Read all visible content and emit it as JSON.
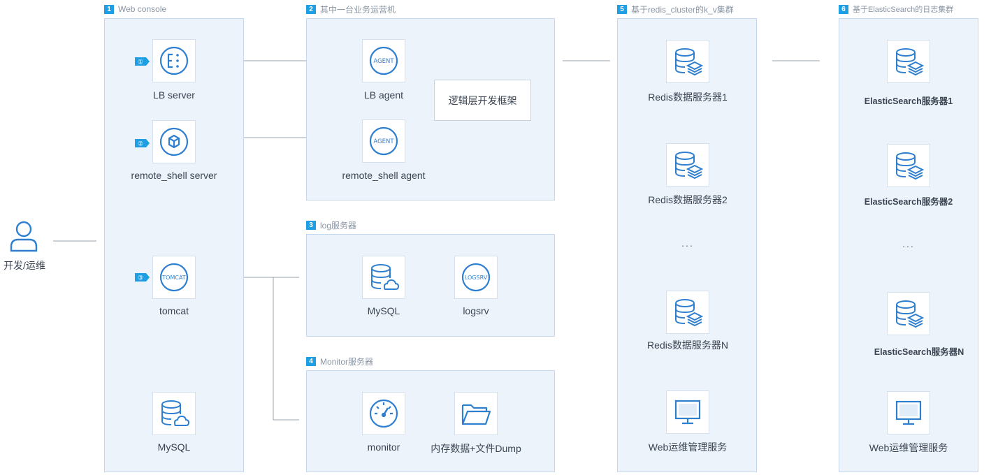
{
  "colors": {
    "accent": "#1e9fe3",
    "icon": "#2f7fd0",
    "panel_bg": "#edf3fb",
    "panel_border": "#c6d8ee",
    "line": "#9aa3ad"
  },
  "panels": {
    "web_console": {
      "num": "1",
      "title": "Web console"
    },
    "biz": {
      "num": "2",
      "title": "其中一台业务运营机"
    },
    "log": {
      "num": "3",
      "title": "log服务器"
    },
    "monitor": {
      "num": "4",
      "title": "Monitor服务器"
    },
    "redis": {
      "num": "5",
      "title": "基于redis_cluster的k_v集群"
    },
    "es": {
      "num": "6",
      "title": "基于ElasticSearch的日志集群"
    }
  },
  "user": {
    "label": "开发/运维",
    "icon": "user-icon"
  },
  "web_console": {
    "badges": [
      "①",
      "②",
      "③"
    ],
    "lb_server": {
      "label": "LB server",
      "icon": "lb-server-icon"
    },
    "remote_shell_server": {
      "label": "remote_shell server",
      "icon": "remote-shell-icon"
    },
    "tomcat": {
      "label": "tomcat",
      "icon": "tomcat-icon",
      "icon_text": "TOMCAT"
    },
    "mysql": {
      "label": "MySQL",
      "icon": "database-cloud-icon"
    }
  },
  "biz": {
    "lb_agent": {
      "label": "LB agent",
      "icon": "agent-icon",
      "icon_text": "AGENT"
    },
    "remote_shell_agent": {
      "label": "remote_shell agent",
      "icon": "agent-icon",
      "icon_text": "AGENT"
    },
    "framework": "逻辑层开发框架"
  },
  "log": {
    "mysql": {
      "label": "MySQL",
      "icon": "database-cloud-icon"
    },
    "logsrv": {
      "label": "logsrv",
      "icon": "logsrv-icon",
      "icon_text": "LOGSRV"
    }
  },
  "monitor": {
    "monitor": {
      "label": "monitor",
      "icon": "gauge-icon"
    },
    "dump": {
      "label": "内存数据+文件Dump",
      "icon": "folder-icon"
    }
  },
  "redis": {
    "servers": [
      "Redis数据服务器1",
      "Redis数据服务器2",
      "Redis数据服务器N"
    ],
    "ellipsis": "...",
    "web": "Web运维管理服务"
  },
  "es": {
    "servers": [
      "ElasticSearch服务器1",
      "ElasticSearch服务器2",
      "ElasticSearch服务器N"
    ],
    "ellipsis": "...",
    "web": "Web运维管理服务"
  }
}
